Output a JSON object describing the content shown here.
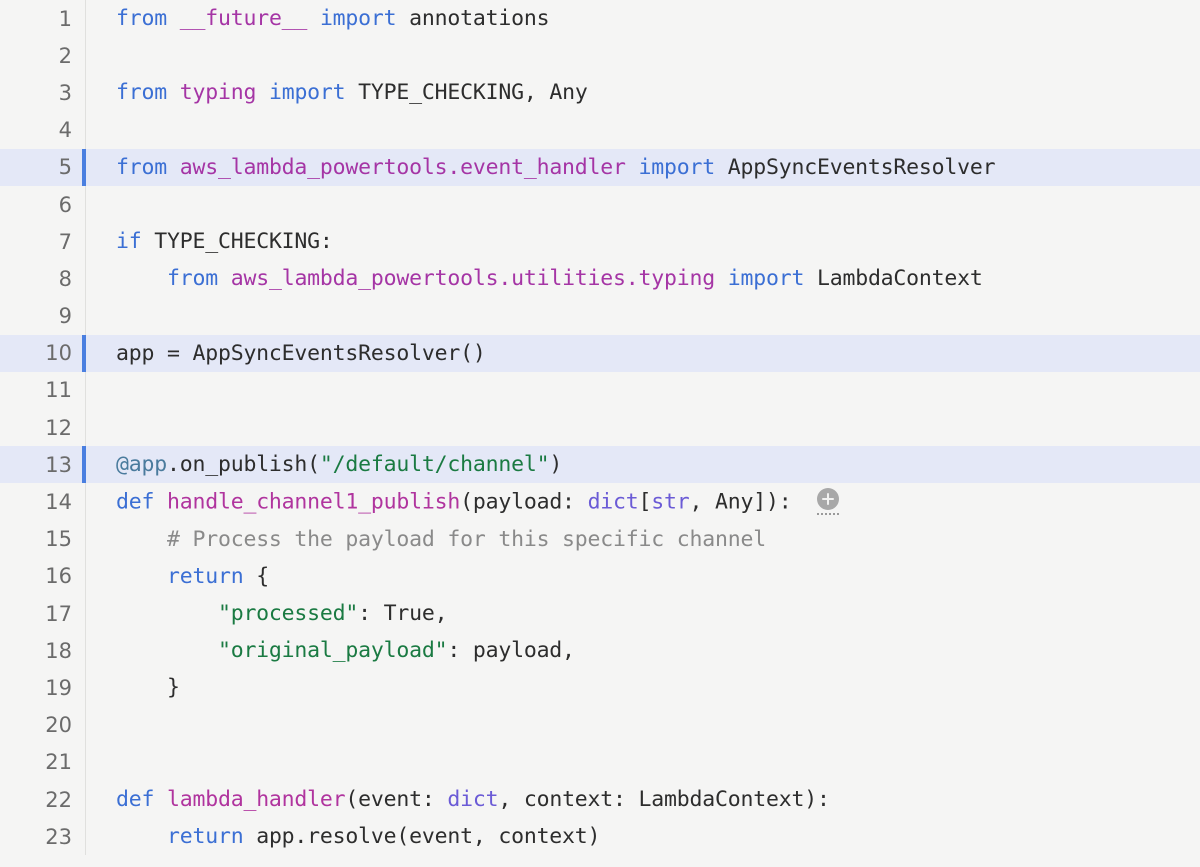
{
  "editor": {
    "language": "python",
    "background_color": "#f5f5f4",
    "highlight_color": "#e4e8f7",
    "highlight_marker_color": "#4a7fe0",
    "gutter_text_color": "#6b6b6b",
    "first_line_number": 1,
    "last_line_number": 23
  },
  "colors": {
    "keyword": "#3b6fd4",
    "module": "#a535a5",
    "function": "#b0349e",
    "string": "#1a7a42",
    "comment": "#8a8a8a",
    "builtin": "#6b5bd6",
    "decorator": "#4a7b9d",
    "plain": "#2d2d2d"
  },
  "inline_widget": {
    "name": "add-button",
    "glyph": "+",
    "line": 14
  },
  "lines": [
    {
      "number": "1",
      "highlighted": false,
      "tokens": [
        {
          "t": "from",
          "c": "kw"
        },
        {
          "t": " ",
          "c": "plain"
        },
        {
          "t": "__future__",
          "c": "mod"
        },
        {
          "t": " ",
          "c": "plain"
        },
        {
          "t": "import",
          "c": "kw"
        },
        {
          "t": " annotations",
          "c": "plain"
        }
      ]
    },
    {
      "number": "2",
      "highlighted": false,
      "tokens": []
    },
    {
      "number": "3",
      "highlighted": false,
      "tokens": [
        {
          "t": "from",
          "c": "kw"
        },
        {
          "t": " ",
          "c": "plain"
        },
        {
          "t": "typing",
          "c": "mod"
        },
        {
          "t": " ",
          "c": "plain"
        },
        {
          "t": "import",
          "c": "kw"
        },
        {
          "t": " TYPE_CHECKING, Any",
          "c": "plain"
        }
      ]
    },
    {
      "number": "4",
      "highlighted": false,
      "tokens": []
    },
    {
      "number": "5",
      "highlighted": true,
      "tokens": [
        {
          "t": "from",
          "c": "kw"
        },
        {
          "t": " ",
          "c": "plain"
        },
        {
          "t": "aws_lambda_powertools.event_handler",
          "c": "mod"
        },
        {
          "t": " ",
          "c": "plain"
        },
        {
          "t": "import",
          "c": "kw"
        },
        {
          "t": " AppSyncEventsResolver",
          "c": "plain"
        }
      ]
    },
    {
      "number": "6",
      "highlighted": false,
      "tokens": []
    },
    {
      "number": "7",
      "highlighted": false,
      "tokens": [
        {
          "t": "if",
          "c": "kw"
        },
        {
          "t": " TYPE_CHECKING:",
          "c": "plain"
        }
      ]
    },
    {
      "number": "8",
      "highlighted": false,
      "tokens": [
        {
          "t": "    ",
          "c": "plain"
        },
        {
          "t": "from",
          "c": "kw"
        },
        {
          "t": " ",
          "c": "plain"
        },
        {
          "t": "aws_lambda_powertools.utilities.typing",
          "c": "mod"
        },
        {
          "t": " ",
          "c": "plain"
        },
        {
          "t": "import",
          "c": "kw"
        },
        {
          "t": " LambdaContext",
          "c": "plain"
        }
      ]
    },
    {
      "number": "9",
      "highlighted": false,
      "tokens": []
    },
    {
      "number": "10",
      "highlighted": true,
      "tokens": [
        {
          "t": "app = AppSyncEventsResolver()",
          "c": "plain"
        }
      ]
    },
    {
      "number": "11",
      "highlighted": false,
      "tokens": []
    },
    {
      "number": "12",
      "highlighted": false,
      "tokens": []
    },
    {
      "number": "13",
      "highlighted": true,
      "tokens": [
        {
          "t": "@app",
          "c": "deco"
        },
        {
          "t": ".on_publish(",
          "c": "plain"
        },
        {
          "t": "\"/default/channel\"",
          "c": "str"
        },
        {
          "t": ")",
          "c": "plain"
        }
      ]
    },
    {
      "number": "14",
      "highlighted": false,
      "widget": "add-button",
      "tokens": [
        {
          "t": "def",
          "c": "kw"
        },
        {
          "t": " ",
          "c": "plain"
        },
        {
          "t": "handle_channel1_publish",
          "c": "fn"
        },
        {
          "t": "(payload: ",
          "c": "plain"
        },
        {
          "t": "dict",
          "c": "builtin"
        },
        {
          "t": "[",
          "c": "plain"
        },
        {
          "t": "str",
          "c": "builtin"
        },
        {
          "t": ", Any]):",
          "c": "plain"
        }
      ]
    },
    {
      "number": "15",
      "highlighted": false,
      "tokens": [
        {
          "t": "    ",
          "c": "plain"
        },
        {
          "t": "# Process the payload for this specific channel",
          "c": "comment"
        }
      ]
    },
    {
      "number": "16",
      "highlighted": false,
      "tokens": [
        {
          "t": "    ",
          "c": "plain"
        },
        {
          "t": "return",
          "c": "kw"
        },
        {
          "t": " {",
          "c": "plain"
        }
      ]
    },
    {
      "number": "17",
      "highlighted": false,
      "tokens": [
        {
          "t": "        ",
          "c": "plain"
        },
        {
          "t": "\"processed\"",
          "c": "str"
        },
        {
          "t": ": True,",
          "c": "plain"
        }
      ]
    },
    {
      "number": "18",
      "highlighted": false,
      "tokens": [
        {
          "t": "        ",
          "c": "plain"
        },
        {
          "t": "\"original_payload\"",
          "c": "str"
        },
        {
          "t": ": payload,",
          "c": "plain"
        }
      ]
    },
    {
      "number": "19",
      "highlighted": false,
      "tokens": [
        {
          "t": "    }",
          "c": "plain"
        }
      ]
    },
    {
      "number": "20",
      "highlighted": false,
      "tokens": []
    },
    {
      "number": "21",
      "highlighted": false,
      "tokens": []
    },
    {
      "number": "22",
      "highlighted": false,
      "tokens": [
        {
          "t": "def",
          "c": "kw"
        },
        {
          "t": " ",
          "c": "plain"
        },
        {
          "t": "lambda_handler",
          "c": "fn"
        },
        {
          "t": "(event: ",
          "c": "plain"
        },
        {
          "t": "dict",
          "c": "builtin"
        },
        {
          "t": ", context: LambdaContext):",
          "c": "plain"
        }
      ]
    },
    {
      "number": "23",
      "highlighted": false,
      "tokens": [
        {
          "t": "    ",
          "c": "plain"
        },
        {
          "t": "return",
          "c": "kw"
        },
        {
          "t": " app.resolve(event, context)",
          "c": "plain"
        }
      ]
    }
  ]
}
